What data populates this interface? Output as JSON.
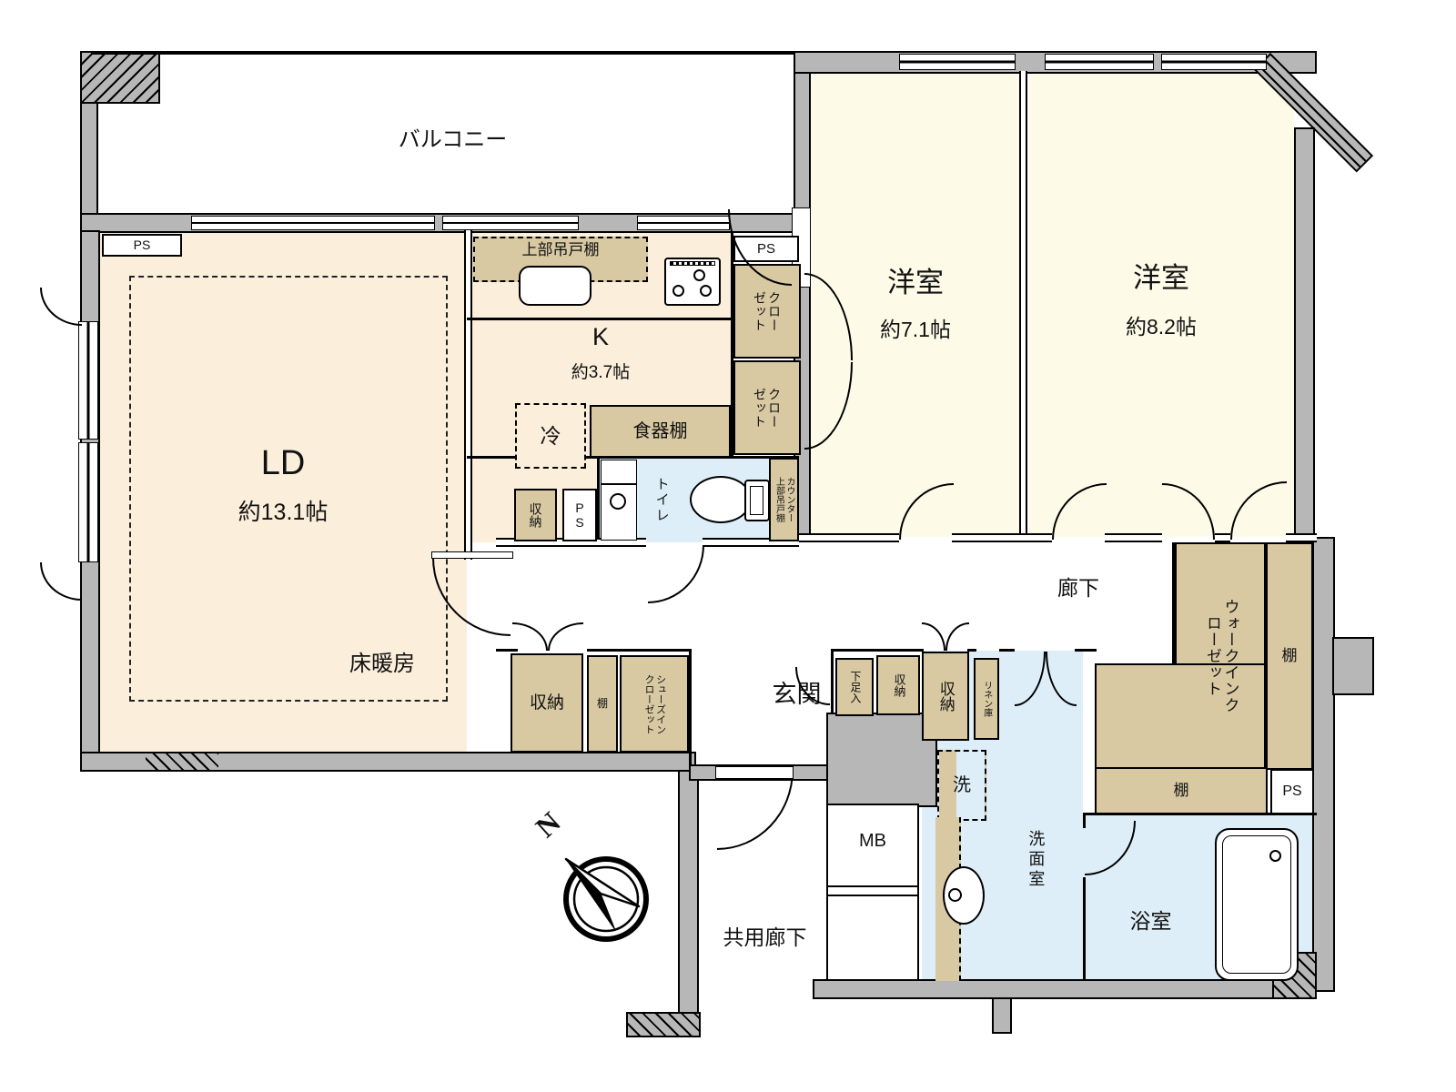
{
  "colors": {
    "wall": "#b7b7b7",
    "ldk": "#fbeedb",
    "western": "#fdfbe8",
    "storage": "#d8c9a3",
    "water": "#ddeef8"
  },
  "rooms": {
    "balcony": {
      "label": "バルコニー"
    },
    "living_dining": {
      "label": "LD",
      "size": "約13.1帖",
      "floor_heating": "床暖房"
    },
    "kitchen": {
      "label": "K",
      "size": "約3.7帖"
    },
    "western_room_1": {
      "label": "洋室",
      "size": "約7.1帖"
    },
    "western_room_2": {
      "label": "洋室",
      "size": "約8.2帖"
    },
    "toilet": {
      "label": "トイレ"
    },
    "corridor": {
      "label": "廊下"
    },
    "entrance": {
      "label": "玄関"
    },
    "washroom": {
      "label": "洗面室"
    },
    "bathroom": {
      "label": "浴室"
    },
    "walk_in_closet": {
      "label": "ウォークインクローゼット"
    },
    "common_corridor": {
      "label": "共用廊下"
    }
  },
  "fixtures": {
    "ps": "PS",
    "meter_box": "MB",
    "fridge": "冷",
    "washer": "洗",
    "upper_cabinet": "上部吊戸棚",
    "dish_shelf": "食器棚",
    "counter_upper_cabinet": "カウンター上部吊戸棚",
    "closet": "クローゼット",
    "storage": "収納",
    "shelf": "棚",
    "shoes_in_closet": "シューズインクローゼット",
    "shoe_box": "下足入",
    "linen_storage": "リネン庫",
    "north": "N"
  }
}
